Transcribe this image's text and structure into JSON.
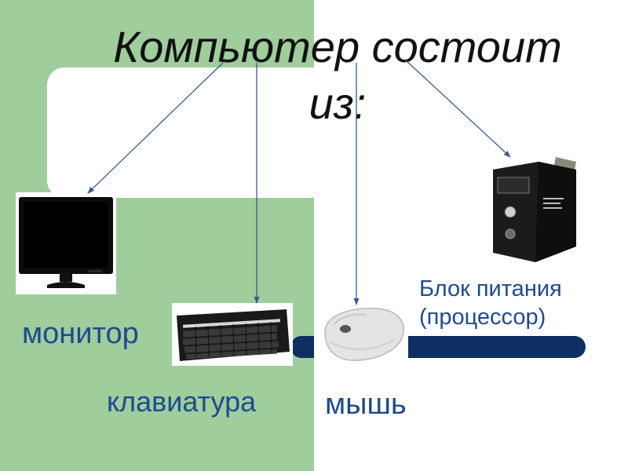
{
  "title": {
    "line1": "Компьютер состоит",
    "line2": "из:"
  },
  "labels": {
    "monitor": "монитор",
    "keyboard": "клавиатура",
    "mouse": "мышь",
    "psu_line1": "Блок питания",
    "psu_line2": "(процессор)"
  },
  "colors": {
    "green_panel": "#9fcd9c",
    "label_blue": "#1f4a8f",
    "bar_navy": "#0f2f63",
    "arrow": "#3a5a8c"
  }
}
